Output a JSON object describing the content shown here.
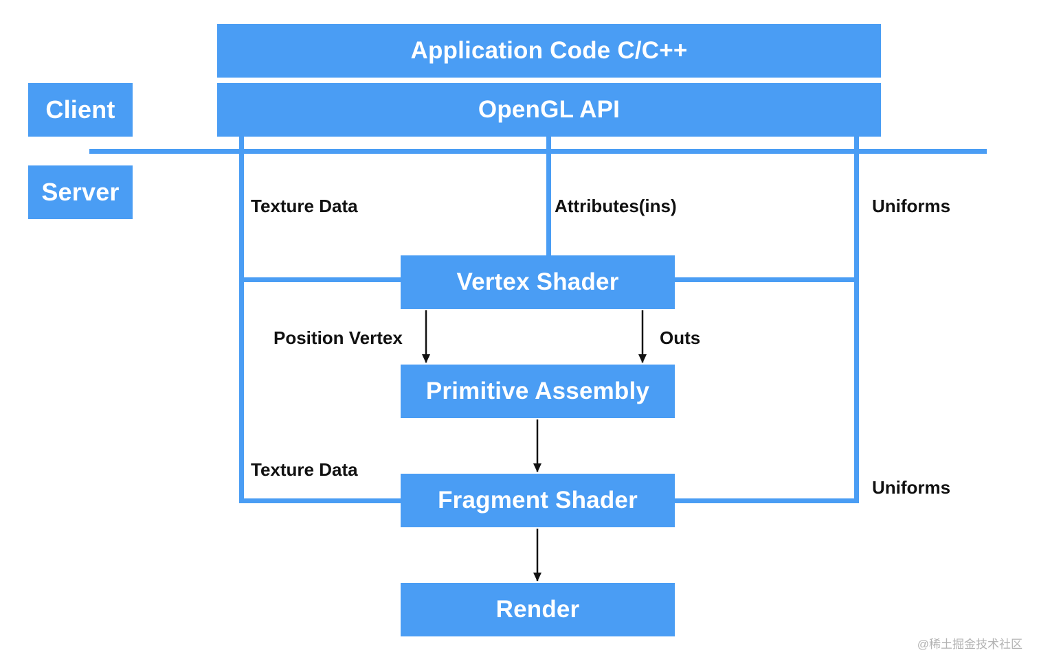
{
  "colors": {
    "box_fill": "#4a9df4",
    "line_color": "#4a9df4",
    "box_text": "#ffffff",
    "label_text": "#111111",
    "arrow_color": "#111111"
  },
  "boxes": {
    "application_code": "Application Code C/C++",
    "opengl_api": "OpenGL API",
    "client": "Client",
    "server": "Server",
    "vertex_shader": "Vertex Shader",
    "primitive_assembly": "Primitive Assembly",
    "fragment_shader": "Fragment Shader",
    "render": "Render"
  },
  "labels": {
    "texture_data_top": "Texture Data",
    "attributes": "Attributes(ins)",
    "uniforms_top": "Uniforms",
    "position_vertex": "Position Vertex",
    "outs": "Outs",
    "texture_data_bottom": "Texture Data",
    "uniforms_bottom": "Uniforms"
  },
  "watermark": "@稀土掘金技术社区"
}
